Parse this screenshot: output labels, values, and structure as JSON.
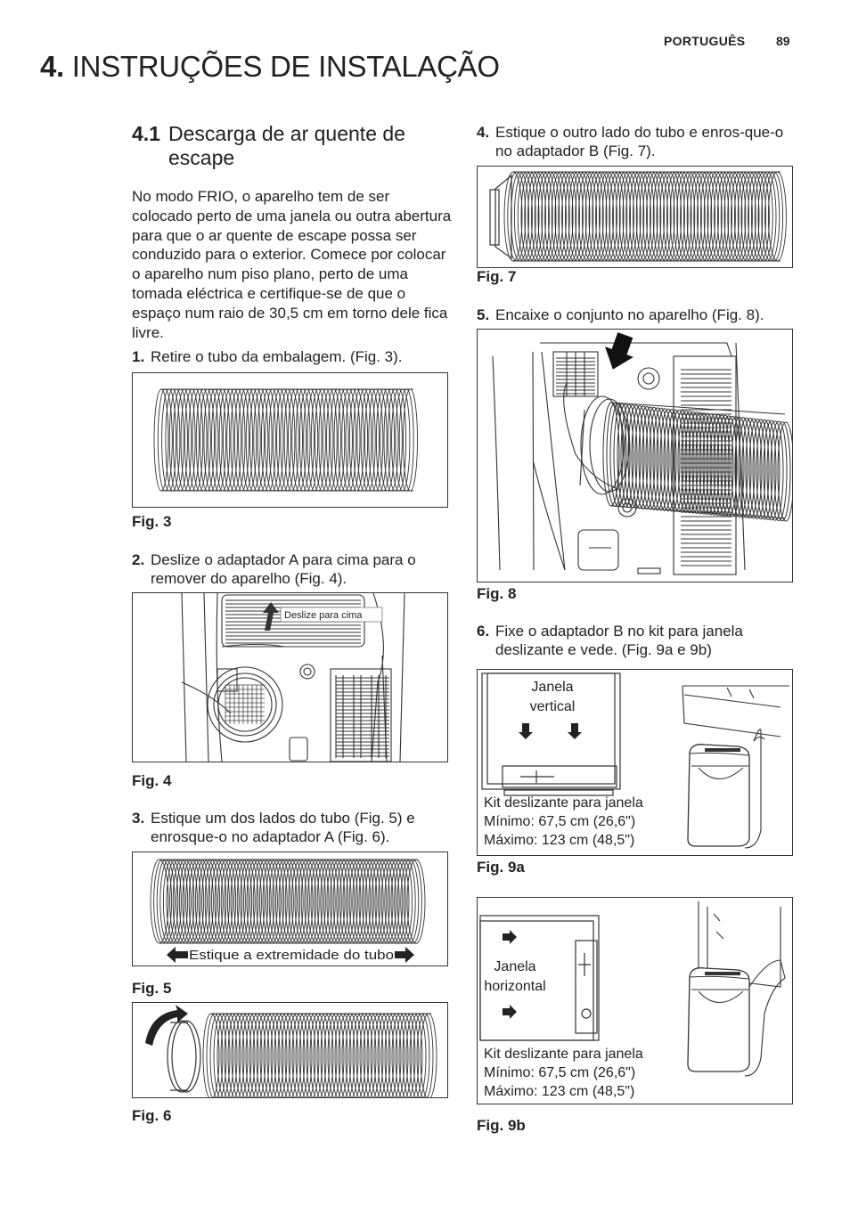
{
  "header": {
    "language": "PORTUGUÊS",
    "page_number": "89"
  },
  "chapter": {
    "number": "4.",
    "title": "INSTRUÇÕES DE INSTALAÇÃO"
  },
  "section": {
    "number": "4.1",
    "title": "Descarga de ar quente de escape"
  },
  "intro": "No modo FRIO, o aparelho tem de ser colocado perto de uma janela ou outra abertura para que o ar quente de escape possa ser conduzido para o exterior. Comece por colocar o aparelho num piso plano, perto de uma tomada eléctrica e certifique-se de que o espaço num raio de 30,5 cm em torno dele fica livre.",
  "steps": [
    {
      "number": "1.",
      "text": "Retire o tubo da embalagem. (Fig. 3)."
    },
    {
      "number": "2.",
      "text": "Deslize o adaptador A para cima para o remover do aparelho (Fig. 4)."
    },
    {
      "number": "3.",
      "text": "Estique um dos lados do tubo (Fig. 5) e enrosque-o no adaptador A (Fig. 6)."
    },
    {
      "number": "4.",
      "text": "Estique o outro lado do tubo e enros-que-o no adaptador B (Fig. 7)."
    },
    {
      "number": "5.",
      "text": "Encaixe o conjunto no aparelho (Fig. 8)."
    },
    {
      "number": "6.",
      "text": "Fixe o adaptador B no kit para janela deslizante e vede. (Fig. 9a e 9b)"
    }
  ],
  "figures": {
    "fig3": {
      "label": "Fig. 3"
    },
    "fig4": {
      "label": "Fig. 4",
      "callout": "Deslize para cima"
    },
    "fig5": {
      "label": "Fig. 5",
      "callout": "Estique a extremidade do tubo"
    },
    "fig6": {
      "label": "Fig. 6"
    },
    "fig7": {
      "label": "Fig. 7"
    },
    "fig8": {
      "label": "Fig. 8"
    },
    "fig9a": {
      "label": "Fig. 9a",
      "window_label_1": "Janela",
      "window_label_2": "vertical",
      "kit_line_1": "Kit deslizante para janela",
      "kit_line_2": "Mínimo: 67,5 cm (26,6\")",
      "kit_line_3": "Máximo: 123 cm (48,5\")"
    },
    "fig9b": {
      "label": "Fig. 9b",
      "window_label_1": "Janela",
      "window_label_2": "horizontal",
      "kit_line_1": "Kit deslizante para janela",
      "kit_line_2": "Mínimo: 67,5 cm (26,6\")",
      "kit_line_3": "Máximo: 123 cm (48,5\")"
    }
  }
}
